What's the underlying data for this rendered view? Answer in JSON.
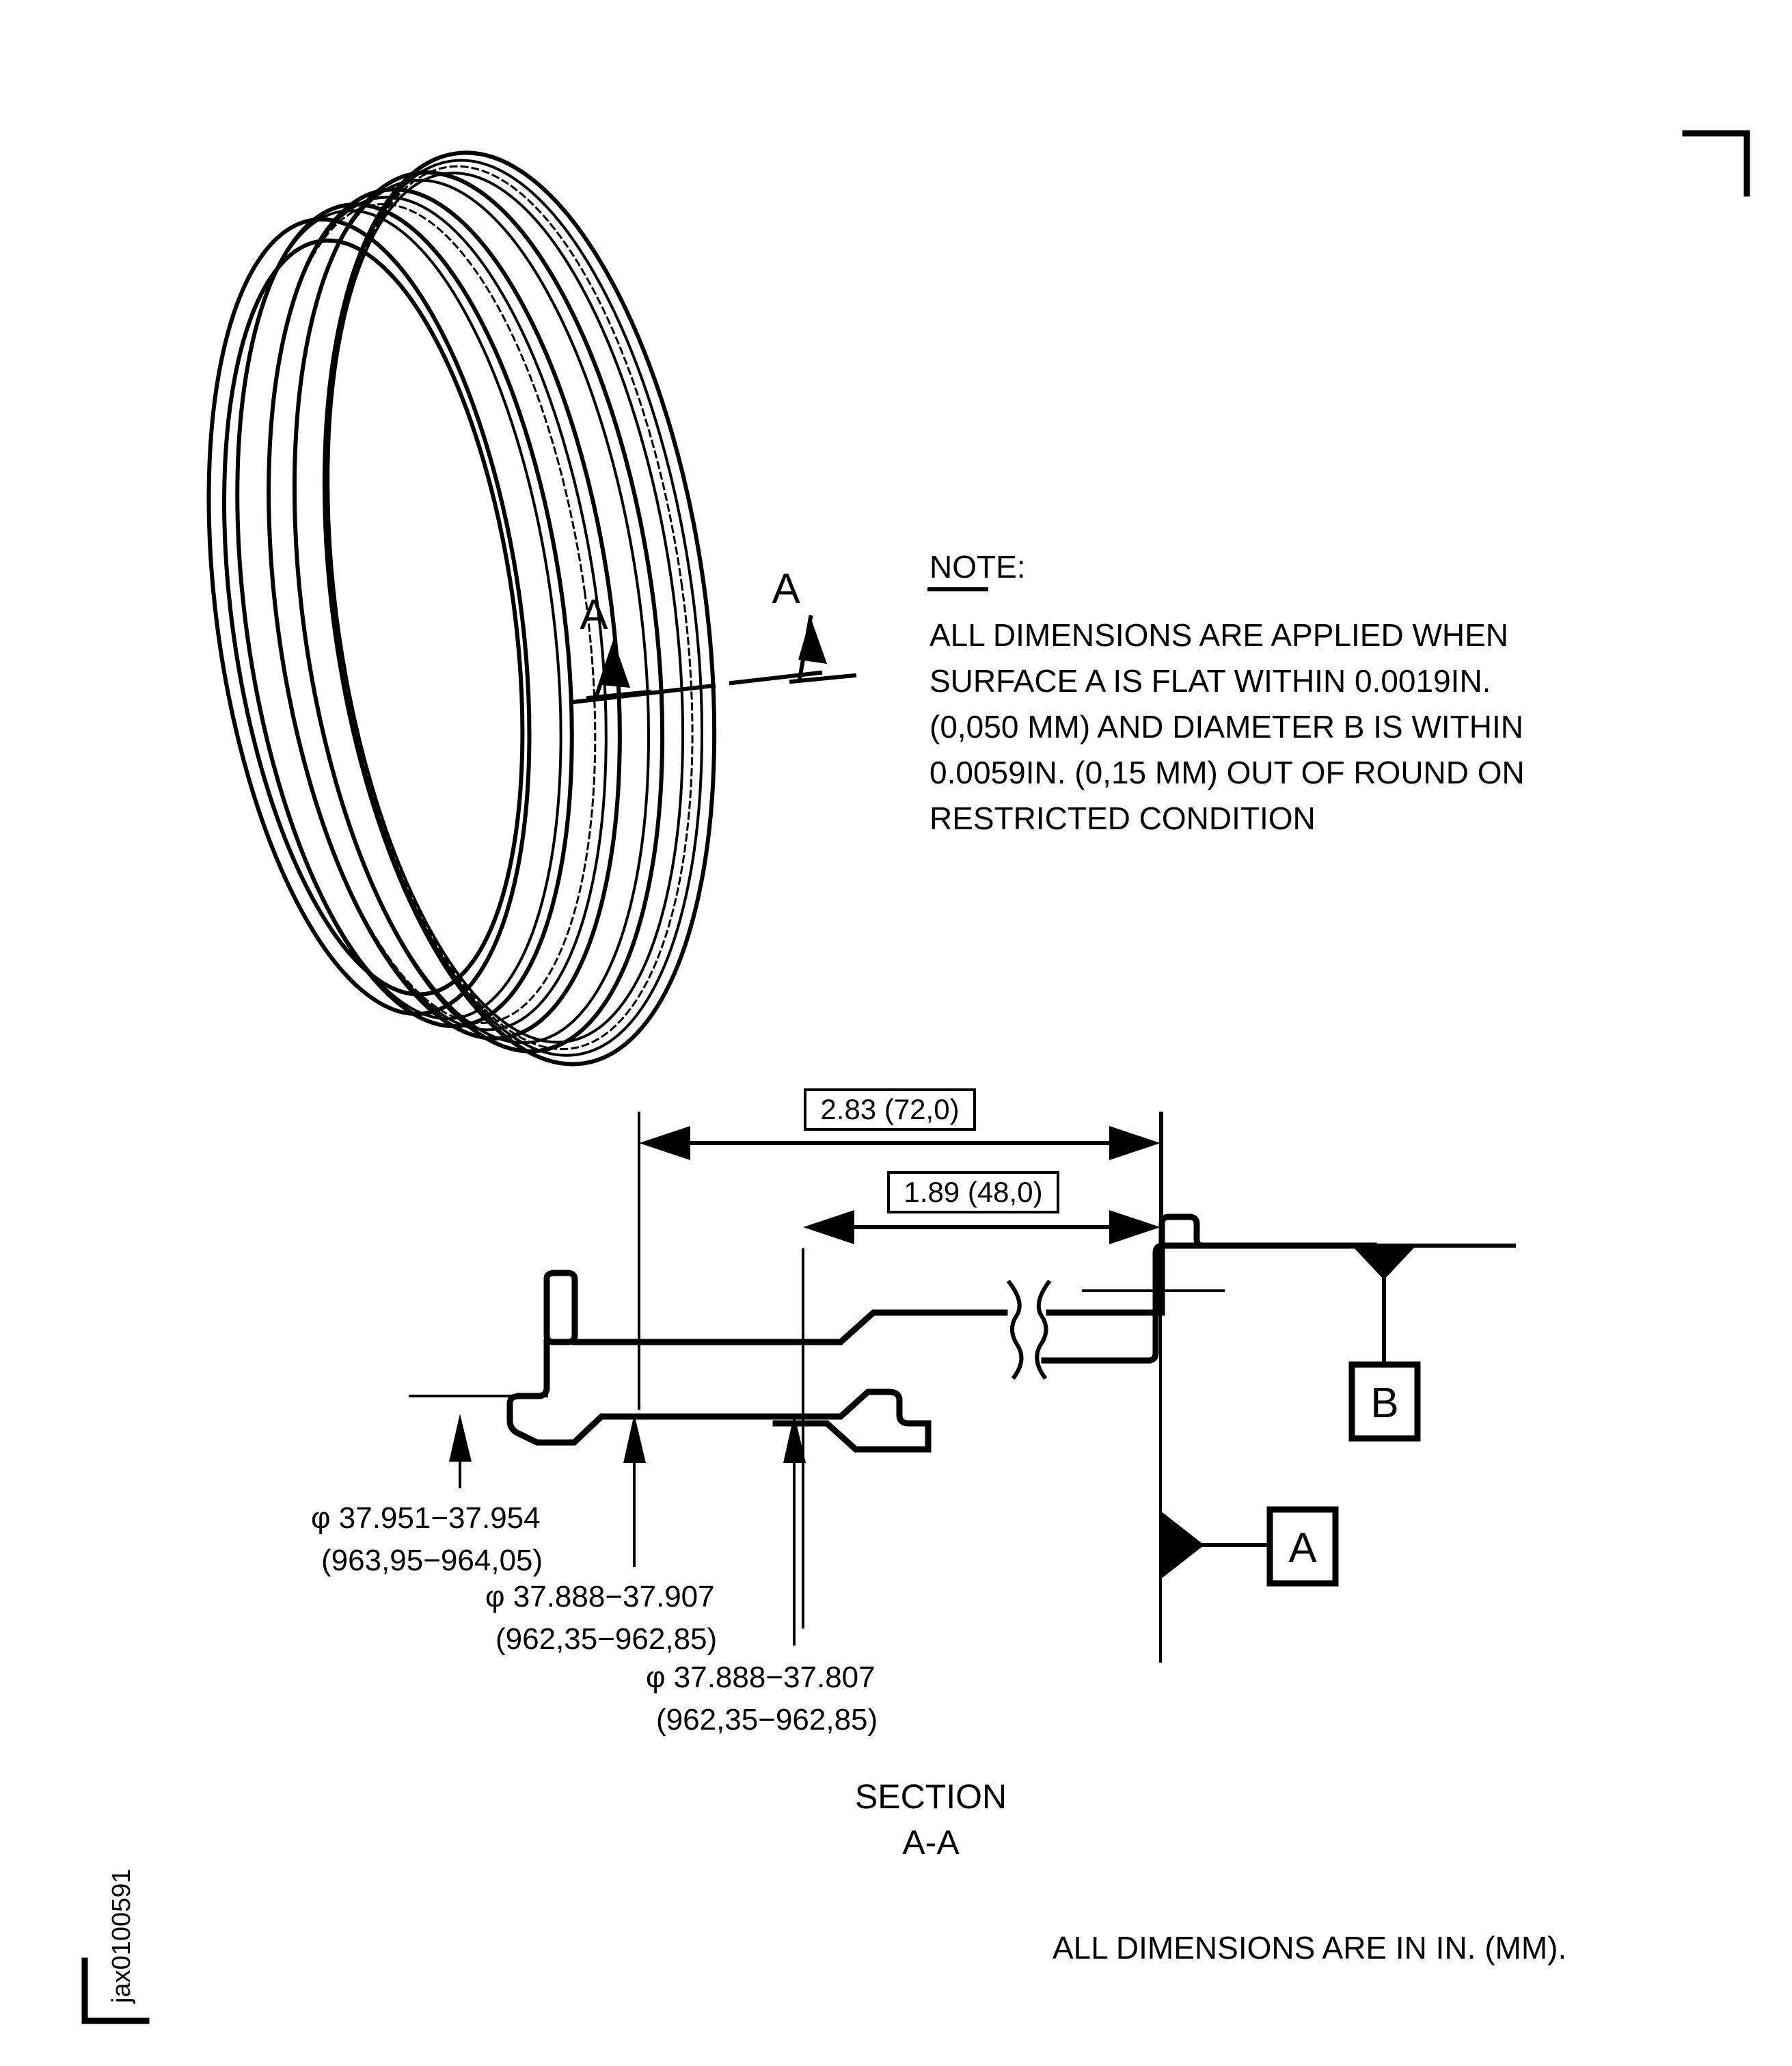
{
  "drawing": {
    "id_label": "jax0100591",
    "footer_note": "ALL DIMENSIONS ARE IN IN. (MM).",
    "section_title_line1": "SECTION",
    "section_title_line2": "A-A"
  },
  "note": {
    "heading": "NOTE:",
    "lines": [
      "ALL DIMENSIONS ARE APPLIED WHEN",
      "SURFACE A IS FLAT WITHIN 0.0019IN.",
      "(0,050 MM) AND DIAMETER B IS WITHIN",
      "0.0059IN. (0,15 MM) OUT OF ROUND ON",
      "RESTRICTED CONDITION"
    ]
  },
  "iso_view": {
    "section_marks": [
      {
        "label": "A"
      },
      {
        "label": "A"
      }
    ]
  },
  "section_view": {
    "linear_dimensions": [
      {
        "name": "overall-width",
        "text": "2.83 (72,0)"
      },
      {
        "name": "inner-width",
        "text": "1.89 (48,0)"
      }
    ],
    "diameter_callouts": [
      {
        "line1": "φ 37.951−37.954",
        "line2": "(963,95−964,05)"
      },
      {
        "line1": "φ 37.888−37.907",
        "line2": "(962,35−962,85)"
      },
      {
        "line1": "φ 37.888−37.807",
        "line2": "(962,35−962,85)"
      }
    ],
    "datums": [
      {
        "label": "B"
      },
      {
        "label": "A"
      }
    ]
  },
  "colors": {
    "ink": "#000000",
    "paper": "#ffffff"
  }
}
